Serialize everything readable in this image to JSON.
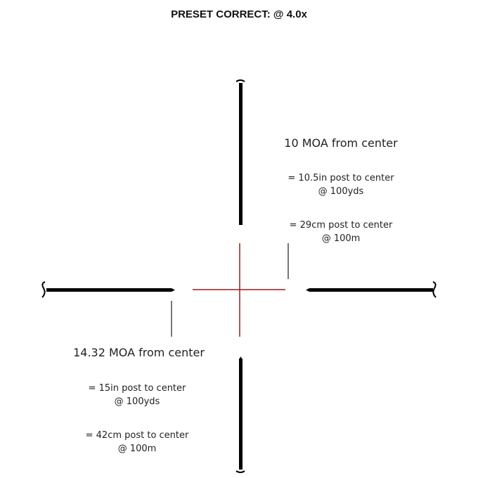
{
  "title": "PRESET CORRECT: @ 4.0x",
  "upper_note": {
    "heading": "10 MOA from center",
    "line1a": "= 10.5in post to center",
    "line1b": "@ 100yds",
    "line2a": "= 29cm post to center",
    "line2b": "@ 100m"
  },
  "lower_note": {
    "heading": "14.32 MOA from center",
    "line1a": "= 15in post to center",
    "line1b": "@ 100yds",
    "line2a": "= 42cm post to center",
    "line2b": "@ 100m"
  },
  "colors": {
    "posts": "#000000",
    "crosshair": "#9b1c1c",
    "indicator": "#777777"
  }
}
